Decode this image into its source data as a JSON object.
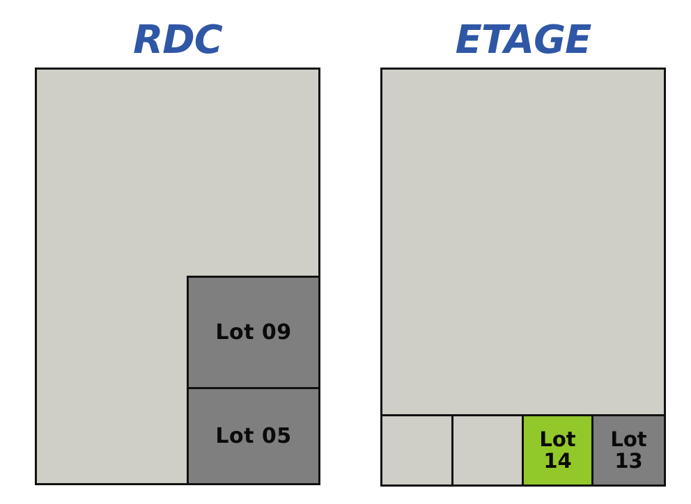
{
  "floors": [
    {
      "title": "RDC",
      "lots": [
        {
          "label": "Lot 09",
          "color": "#7f7f7f"
        },
        {
          "label": "Lot 05",
          "color": "#7f7f7f"
        }
      ]
    },
    {
      "title": "ETAGE",
      "lots": [
        {
          "label": "",
          "color": "#cfcec7"
        },
        {
          "label": "",
          "color": "#cfcec7"
        },
        {
          "label": "Lot\n14",
          "color": "#93c82a"
        },
        {
          "label": "Lot\n13",
          "color": "#7f7f7f"
        }
      ]
    }
  ],
  "colors": {
    "title": "#2f57a6",
    "floor_area": "#cfcec7",
    "lot_taken": "#7f7f7f",
    "lot_highlighted": "#93c82a",
    "outline": "#111111"
  }
}
